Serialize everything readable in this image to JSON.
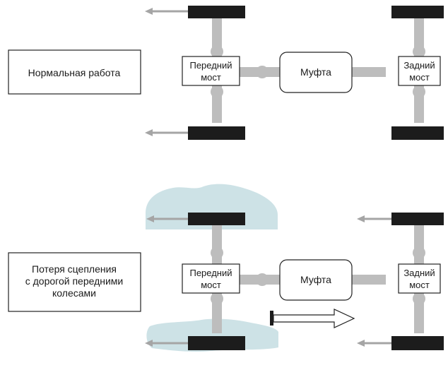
{
  "colors": {
    "tire": "#1c1c1c",
    "shaft": "#bdbdbd",
    "box_border": "#222222",
    "arrow_thin": "#a5a5a5",
    "ice": "#cde2e6"
  },
  "scenarios": [
    {
      "caption": [
        "Нормальная работа"
      ],
      "front_axle": [
        "Передний",
        "мост"
      ],
      "coupling": "Муфта",
      "rear_axle": [
        "Задний",
        "мост"
      ]
    },
    {
      "caption": [
        "Потеря сцепления",
        "с дорогой передними",
        "колесами"
      ],
      "front_axle": [
        "Передний",
        "мост"
      ],
      "coupling": "Муфта",
      "rear_axle": [
        "Задний",
        "мост"
      ]
    }
  ]
}
